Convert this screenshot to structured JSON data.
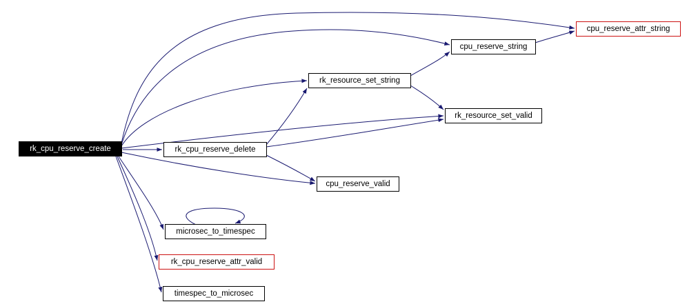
{
  "colors": {
    "edge": "#191970",
    "node_border": "#000000",
    "node_bg": "#ffffff",
    "focus_node_bg": "#000000",
    "focus_node_text": "#ffffff",
    "truncated_node_border": "#cc1111"
  },
  "diagram": {
    "type": "call-graph",
    "nodes": [
      {
        "id": "rk_cpu_reserve_create",
        "label": "rk_cpu_reserve_create",
        "style": "focus"
      },
      {
        "id": "rk_cpu_reserve_delete",
        "label": "rk_cpu_reserve_delete",
        "style": "normal"
      },
      {
        "id": "cpu_reserve_attr_string",
        "label": "cpu_reserve_attr_string",
        "style": "truncated"
      },
      {
        "id": "cpu_reserve_string",
        "label": "cpu_reserve_string",
        "style": "normal"
      },
      {
        "id": "rk_resource_set_string",
        "label": "rk_resource_set_string",
        "style": "normal"
      },
      {
        "id": "rk_resource_set_valid",
        "label": "rk_resource_set_valid",
        "style": "normal"
      },
      {
        "id": "cpu_reserve_valid",
        "label": "cpu_reserve_valid",
        "style": "normal"
      },
      {
        "id": "microsec_to_timespec",
        "label": "microsec_to_timespec",
        "style": "normal"
      },
      {
        "id": "rk_cpu_reserve_attr_valid",
        "label": "rk_cpu_reserve_attr_valid",
        "style": "truncated"
      },
      {
        "id": "timespec_to_microsec",
        "label": "timespec_to_microsec",
        "style": "normal"
      }
    ],
    "edges": [
      {
        "from": "rk_cpu_reserve_create",
        "to": "cpu_reserve_attr_string"
      },
      {
        "from": "rk_cpu_reserve_create",
        "to": "cpu_reserve_string"
      },
      {
        "from": "rk_cpu_reserve_create",
        "to": "rk_resource_set_string"
      },
      {
        "from": "rk_cpu_reserve_create",
        "to": "rk_resource_set_valid"
      },
      {
        "from": "rk_cpu_reserve_create",
        "to": "rk_cpu_reserve_delete"
      },
      {
        "from": "rk_cpu_reserve_create",
        "to": "cpu_reserve_valid"
      },
      {
        "from": "rk_cpu_reserve_create",
        "to": "microsec_to_timespec"
      },
      {
        "from": "rk_cpu_reserve_create",
        "to": "rk_cpu_reserve_attr_valid"
      },
      {
        "from": "rk_cpu_reserve_create",
        "to": "timespec_to_microsec"
      },
      {
        "from": "rk_cpu_reserve_delete",
        "to": "rk_resource_set_string"
      },
      {
        "from": "rk_cpu_reserve_delete",
        "to": "rk_resource_set_valid"
      },
      {
        "from": "rk_cpu_reserve_delete",
        "to": "cpu_reserve_valid"
      },
      {
        "from": "rk_resource_set_string",
        "to": "cpu_reserve_string"
      },
      {
        "from": "rk_resource_set_string",
        "to": "rk_resource_set_valid"
      },
      {
        "from": "cpu_reserve_string",
        "to": "cpu_reserve_attr_string"
      },
      {
        "from": "microsec_to_timespec",
        "to": "microsec_to_timespec"
      }
    ]
  }
}
